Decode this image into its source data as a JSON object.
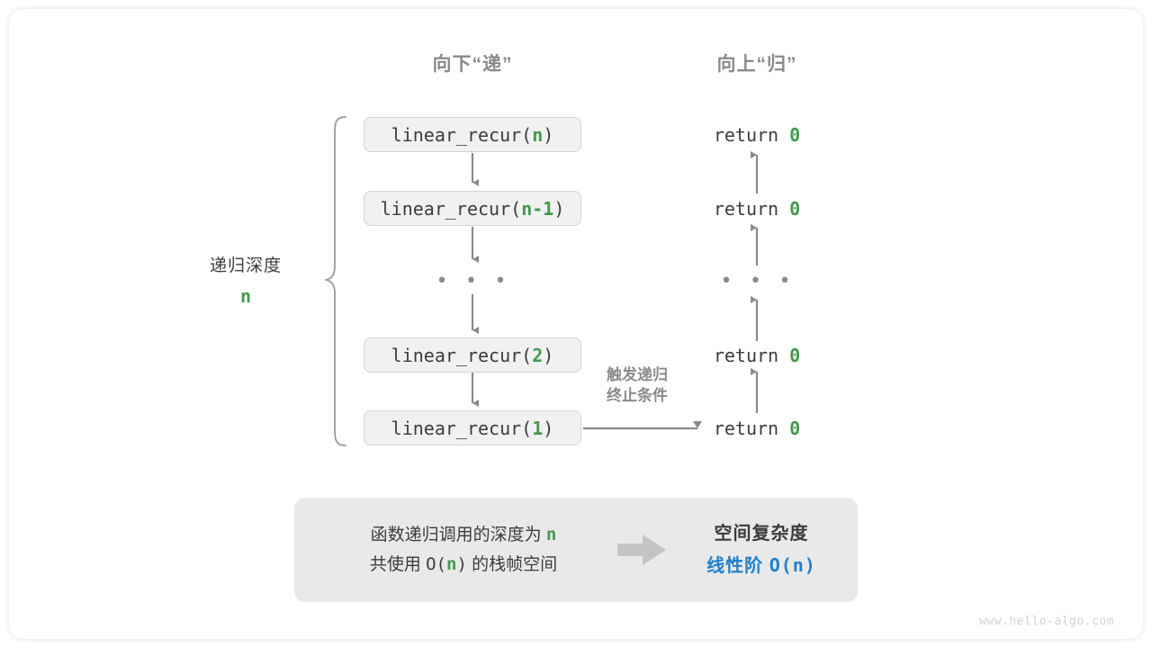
{
  "headers": {
    "down": "向下“递”",
    "up": "向上“归”"
  },
  "depth_label": {
    "text": "递归深度",
    "value": "n"
  },
  "call_stack": [
    {
      "prefix": "linear_recur(",
      "arg": "n",
      "suffix": ")"
    },
    {
      "prefix": "linear_recur(",
      "arg": "n-1",
      "suffix": ")"
    },
    {
      "prefix": "linear_recur(",
      "arg": "2",
      "suffix": ")"
    },
    {
      "prefix": "linear_recur(",
      "arg": "1",
      "suffix": ")"
    }
  ],
  "returns": [
    {
      "keyword": "return",
      "value": "0"
    },
    {
      "keyword": "return",
      "value": "0"
    },
    {
      "keyword": "return",
      "value": "0"
    },
    {
      "keyword": "return",
      "value": "0"
    }
  ],
  "ellipsis": "• • •",
  "trigger_note": {
    "line1": "触发递归",
    "line2": "终止条件"
  },
  "summary": {
    "left_line1_pre": "函数递归调用的深度为 ",
    "left_line1_var": "n",
    "left_line2_pre": "共使用 ",
    "left_line2_mid_open": "O(",
    "left_line2_var": "n",
    "left_line2_mid_close": ")",
    "left_line2_post": " 的栈帧空间",
    "title": "空间复杂度",
    "value_text": "线性阶 ",
    "value_mono": "O(n)"
  },
  "watermark": "www.hello-algo.com",
  "colors": {
    "green": "#439a4e",
    "blue": "#1f80cc",
    "gray_text": "#3c3c3c",
    "gray_muted": "#8a8a8a",
    "box_fill": "#f1f1f1",
    "box_border": "#d4d4d4",
    "panel_fill": "#e9e9e9",
    "arrow": "#8a8a8a"
  }
}
